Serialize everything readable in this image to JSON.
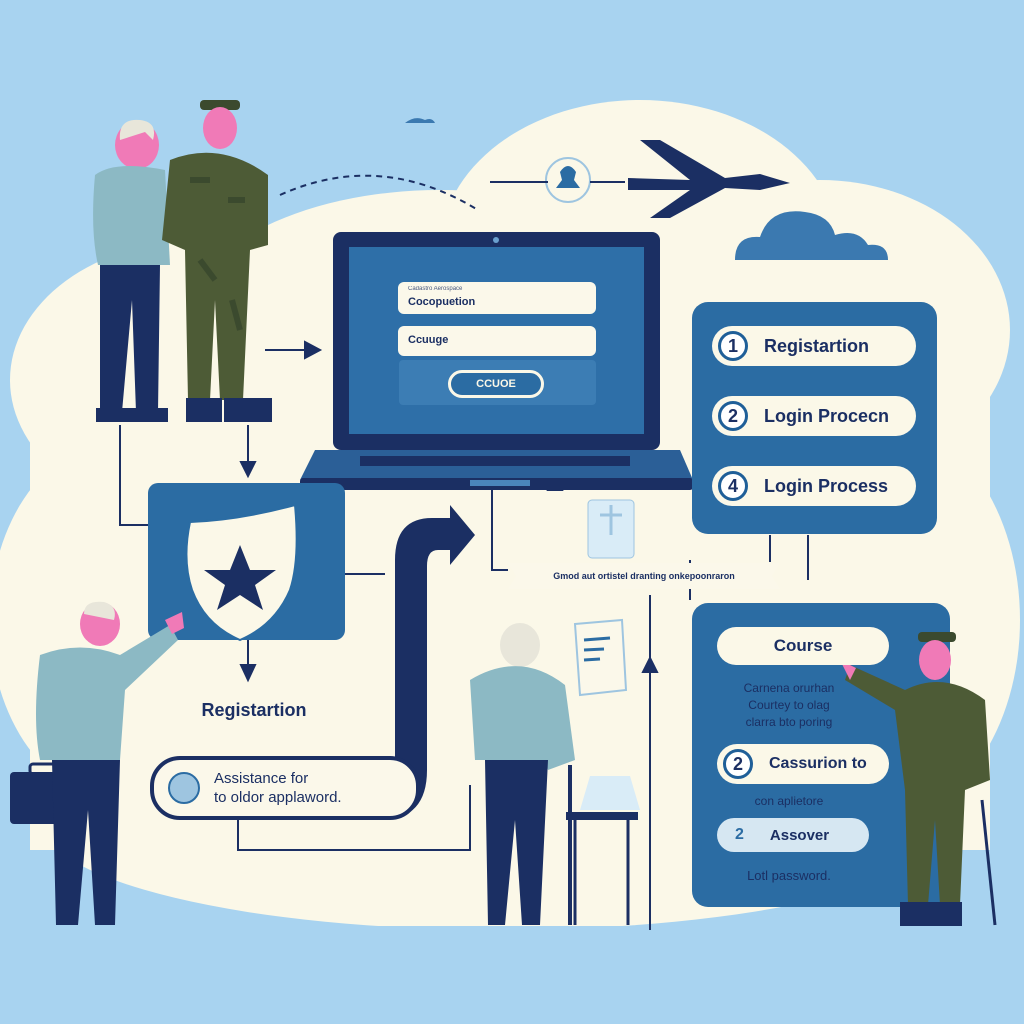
{
  "laptop_form": {
    "field1_label": "Cadastro Aerospace",
    "field1_value": "Cocopuetion",
    "field2_label": "",
    "field2_value": "Ccuuge",
    "button_label": "CCUOE"
  },
  "steps_panel": {
    "items": [
      {
        "num": "1",
        "label": "Registartion"
      },
      {
        "num": "2",
        "label": "Login Procecn"
      },
      {
        "num": "4",
        "label": "Login Process"
      }
    ]
  },
  "banner_text": "Gmod aut ortistel dranting onkepoonraron",
  "registration_label": "Registartion",
  "assistance": {
    "line1": "Assistance for",
    "line2": "to oldor applaword."
  },
  "course_panel": {
    "course_label": "Course",
    "desc_lines": [
      "Carnena orurhan",
      "Courtey to olag",
      "clarra bto poring"
    ],
    "step_num": "2",
    "step_label": "Cassurion to",
    "sub_text": "con aplietore",
    "answer_num": "2",
    "answer_label": "Assover",
    "footer": "Lotl password."
  },
  "colors": {
    "sky": "#a8d3f0",
    "cloud": "#fbf8e8",
    "panel_blue": "#2b6ca3",
    "navy": "#1b2f63",
    "accent": "#1f5f98"
  }
}
